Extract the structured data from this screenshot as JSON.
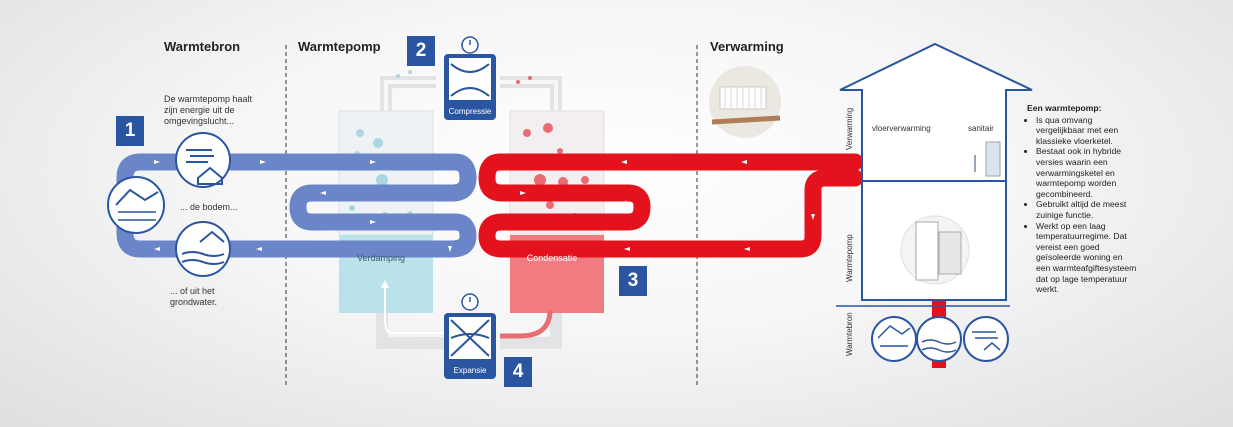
{
  "headers": {
    "warmtebron": "Warmtebron",
    "warmtepomp": "Warmtepomp",
    "verwarming": "Verwarming"
  },
  "warmtebron": {
    "lucht_text": "De warmtepomp haalt zijn energie uit de omgevingslucht...",
    "bodem_text": "... de bodem...",
    "grondwater_text": "... of uit het grondwater."
  },
  "steps": {
    "s1": "1",
    "s2": "2",
    "s3": "3",
    "s4": "4"
  },
  "components": {
    "compressie": "Compressie",
    "verdamping": "Verdamping",
    "condensatie": "Condensatie",
    "expansie": "Expansie"
  },
  "house": {
    "label_vloer": "vloerverwarming",
    "label_sanitair": "sanitair",
    "side_verwarming": "Verwarming",
    "side_warmtepomp": "Warmtepomp",
    "side_warmtebron": "Warmtebron"
  },
  "info": {
    "title": "Een warmtepomp:",
    "items": [
      "Is qua omvang vergelijkbaar met een klassieke vloerketel.",
      "Bestaat ook in hybride versies waarin een verwarmingsketel en warmtepomp worden gecombineerd.",
      "Gebruikt altijd de meest zuinige functie.",
      "Werkt op een laag temperatuurregime. Dat vereist een goed geïsoleerde woning en een warmteafgiftesysteem dat op lage temperatuur werkt."
    ]
  },
  "colors": {
    "blue_pipe": "#6b86c8",
    "red_pipe": "#e3121c",
    "badge_blue": "#2a55a0",
    "evap_fill": "#b9e2ea",
    "cond_fill": "#f07b80"
  }
}
